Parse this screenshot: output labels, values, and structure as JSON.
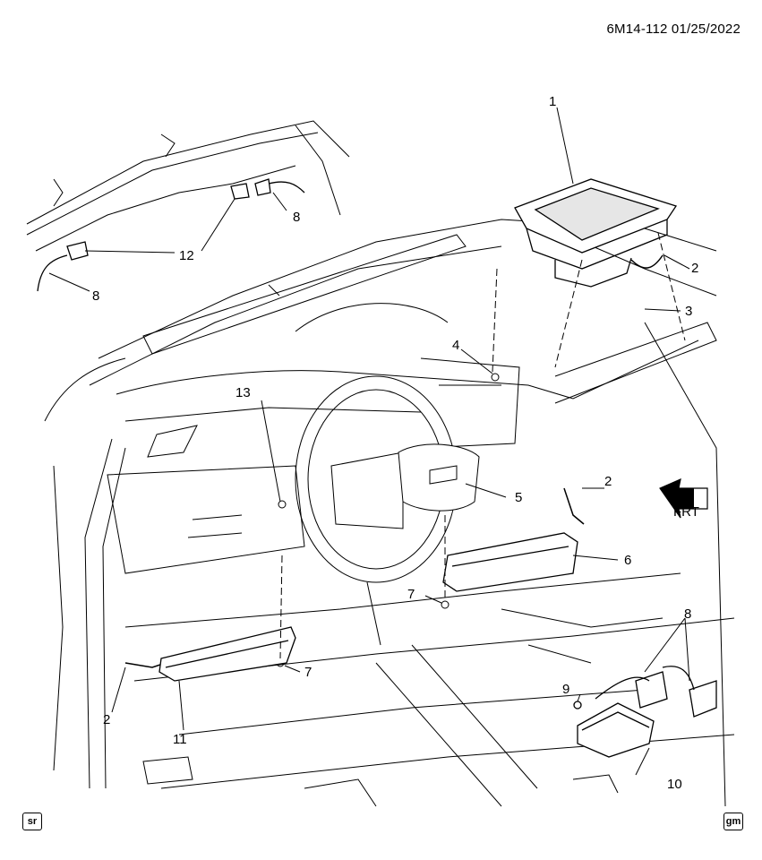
{
  "header": {
    "code": "6M14-112  01/25/2022"
  },
  "callouts": {
    "c1": "1",
    "c2a": "2",
    "c2b": "2",
    "c2c": "2",
    "c3": "3",
    "c4": "4",
    "c5": "5",
    "c6": "6",
    "c7a": "7",
    "c7b": "7",
    "c8a": "8",
    "c8b": "8",
    "c8c": "8",
    "c9": "9",
    "c10": "10",
    "c11": "11",
    "c12": "12",
    "c13": "13"
  },
  "orientation": {
    "label": "FRT"
  },
  "badges": {
    "left": "sr",
    "right": "gm"
  },
  "colors": {
    "line": "#000000",
    "background": "#ffffff",
    "shade": "#d0d0d0"
  }
}
